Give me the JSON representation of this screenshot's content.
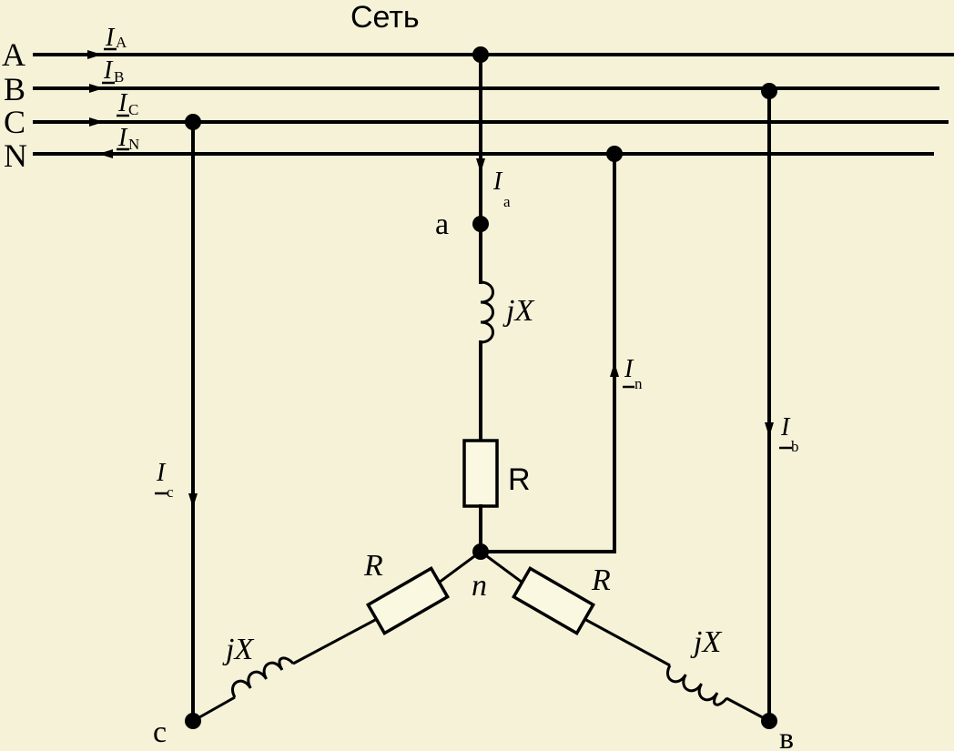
{
  "title": "Сеть",
  "lines": [
    "A",
    "B",
    "C",
    "N"
  ],
  "line_currents": [
    {
      "symbol": "I",
      "sub": "A"
    },
    {
      "symbol": "I",
      "sub": "B"
    },
    {
      "symbol": "I",
      "sub": "C"
    },
    {
      "symbol": "I",
      "sub": "N"
    }
  ],
  "phase_currents": {
    "a": {
      "symbol": "I",
      "sub": "a"
    },
    "b": {
      "symbol": "I",
      "sub": "b"
    },
    "c": {
      "symbol": "I",
      "sub": "c"
    },
    "n": {
      "symbol": "I",
      "sub": "n"
    }
  },
  "nodes": {
    "a": "a",
    "b": "в",
    "c": "c",
    "n": "n"
  },
  "components": {
    "phase_a_inductor": "jX",
    "phase_a_resistor": "R",
    "phase_b_resistor": "R",
    "phase_b_inductor": "jX",
    "phase_c_resistor": "R",
    "phase_c_inductor": "jX"
  }
}
